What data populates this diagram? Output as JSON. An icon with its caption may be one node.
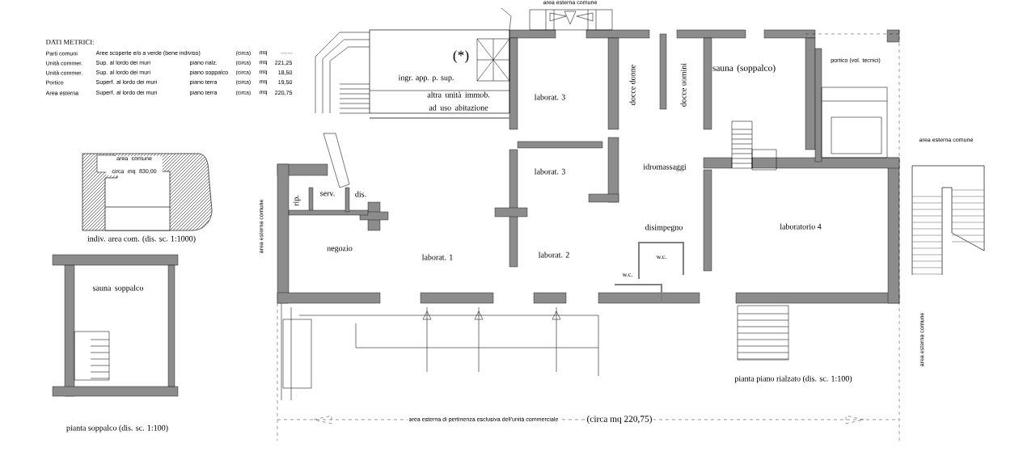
{
  "diagram": {
    "labels": [
      "area esterna comune",
      "DATI METRICI:",
      "Parti comuni",
      "Aree scoperte e/o a verde (bene indiviso)",
      "(circa)",
      "mq",
      ".......",
      "Unità commer.",
      "Sup. al lordo dei muri",
      "piano rialz.",
      "(circa)",
      "mq",
      "221,25",
      "Unità commer.",
      "Sup. al lordo dei muri",
      "piano soppalco",
      "(circa)",
      "mq",
      "18,50",
      "Portico",
      "Superf. al lordo dei muri",
      "piano terra",
      "(circa)",
      "mq",
      "19,50",
      "Area esterna",
      "Superf. al lordo dei muri",
      "piano terra",
      "(circa)",
      "mq",
      "220,75",
      "(*)",
      "ingr. app. p. sup.",
      "altra unità immob. ad uso abitazione",
      "laborat. 3",
      "docce donne",
      "docce uomini",
      "sauna (soppalco)",
      "portico (vol. tecnici)",
      "area esterna comune",
      "laborat. 3",
      "idromassaggi",
      "area comune circa mq 830,00",
      "rip.",
      "serv.",
      "dis.",
      "area esterna comune",
      "disimpegno",
      "laboratorio 4",
      "indiv. area com. (dis. sc. 1:1000)",
      "negozio",
      "laborat. 1",
      "laborat. 2",
      "w.c.",
      "w.c.",
      "sauna soppalco",
      "area esterna comune",
      "pianta piano rialzato (dis. sc. 1:100)",
      "area esterna di pertinenza esclusiva dell'unità commerciale",
      "(circa mq 220,75)",
      "pianta soppalco (dis. sc. 1:100)"
    ]
  }
}
